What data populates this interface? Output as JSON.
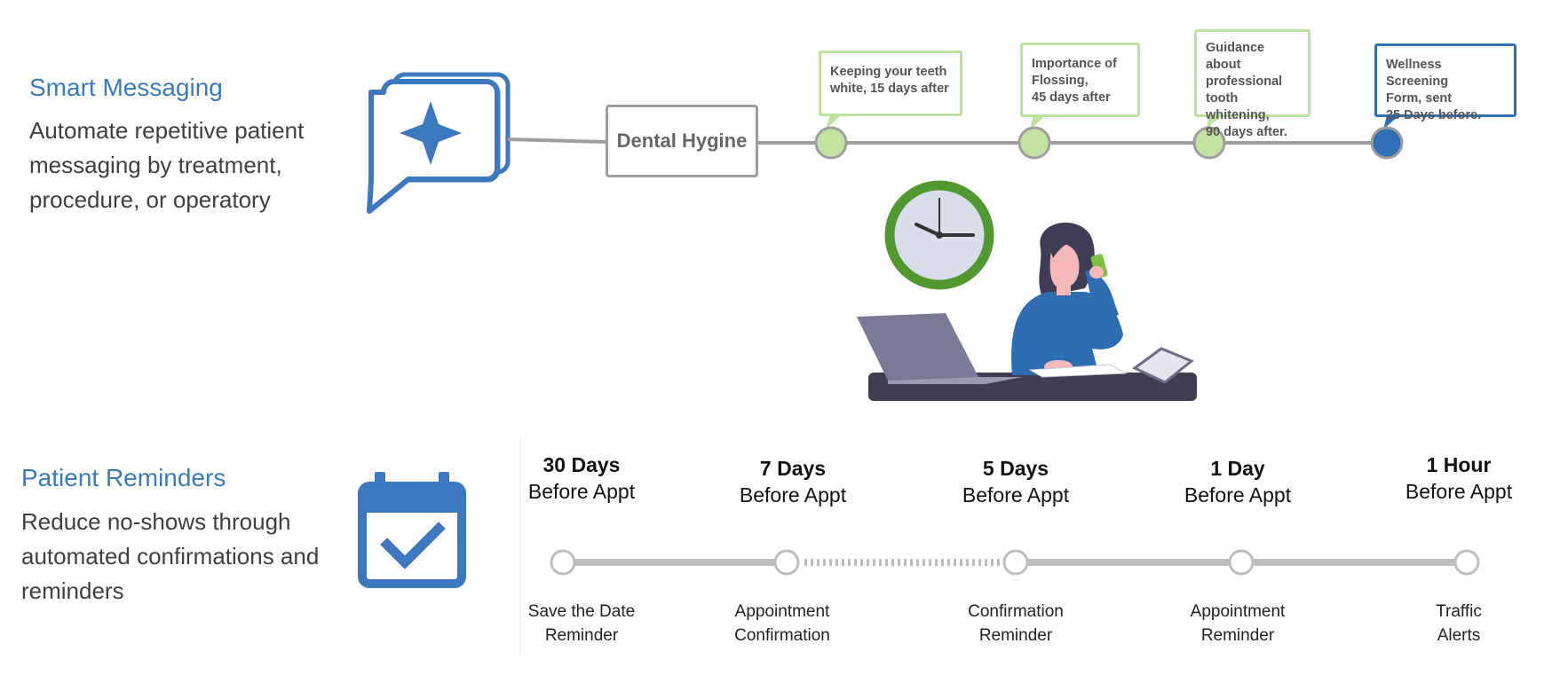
{
  "smart_messaging": {
    "title": "Smart Messaging",
    "description": "Automate repetitive patient messaging by treatment, procedure, or operatory",
    "center_label": "Dental Hygine",
    "messages": [
      {
        "lines": [
          "Keeping your teeth",
          "white, 15 days after"
        ],
        "color": "#bde39a"
      },
      {
        "lines": [
          "Importance of",
          "Flossing,",
          "45 days after"
        ],
        "color": "#bde39a"
      },
      {
        "lines": [
          "Guidance about",
          "professional",
          "tooth whitening,",
          "90 days after."
        ],
        "color": "#bde39a"
      },
      {
        "lines": [
          "Wellness Screening",
          "Form, sent",
          "25 Days before."
        ],
        "color": "#2e6fb5"
      }
    ]
  },
  "patient_reminders": {
    "title": "Patient Reminders",
    "description": "Reduce no-shows through automated confirmations and reminders",
    "steps": [
      {
        "when": "30 Days",
        "sub": "Before Appt",
        "label_lines": [
          "Save the Date",
          "Reminder"
        ]
      },
      {
        "when": "7 Days",
        "sub": "Before Appt",
        "label_lines": [
          "Appointment",
          "Confirmation"
        ]
      },
      {
        "when": "5 Days",
        "sub": "Before Appt",
        "label_lines": [
          "Confirmation",
          "Reminder"
        ]
      },
      {
        "when": "1 Day",
        "sub": "Before Appt",
        "label_lines": [
          "Appointment",
          "Reminder"
        ]
      },
      {
        "when": "1 Hour",
        "sub": "Before Appt",
        "label_lines": [
          "Traffic",
          "Alerts"
        ]
      }
    ]
  },
  "colors": {
    "accent_blue": "#3a7bbf",
    "icon_blue": "#3b78bf",
    "green": "#bde39a",
    "green_dark": "#4f9a2e",
    "line_gray": "#9e9e9e"
  },
  "icons": {
    "messaging": "stacked-chat-bubbles-sparkle-icon",
    "reminders": "calendar-check-icon",
    "clock": "clock-icon",
    "person": "woman-on-phone-at-laptop-illustration"
  }
}
